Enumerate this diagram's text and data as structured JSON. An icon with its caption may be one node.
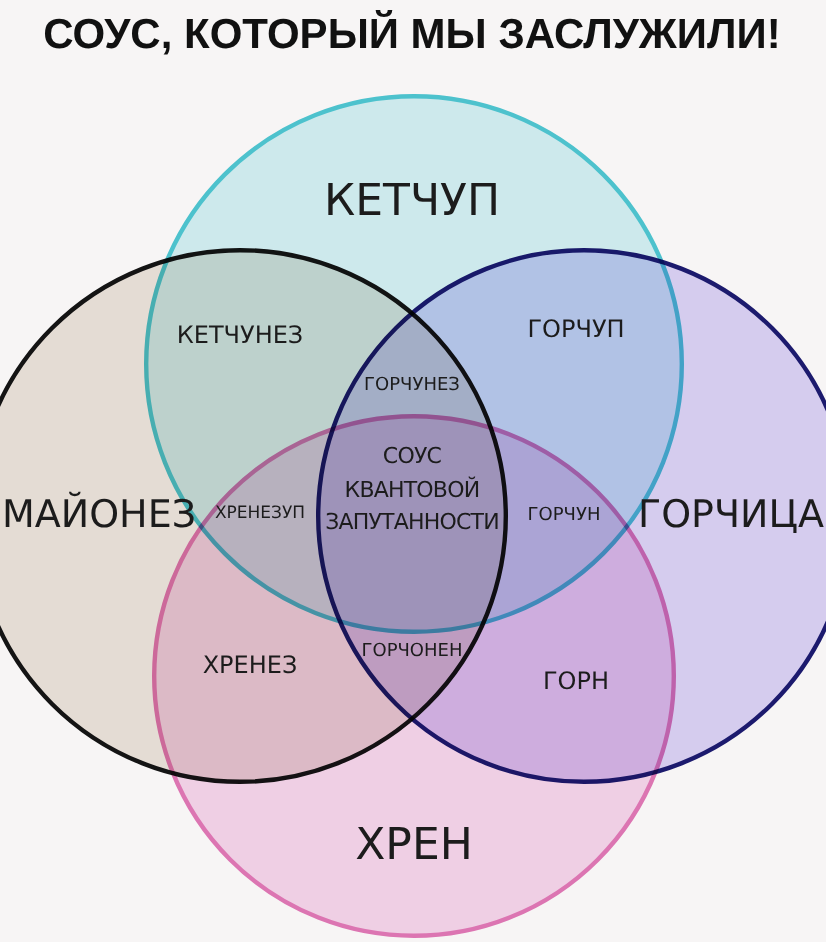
{
  "diagram": {
    "title": "СОУС, КОТОРЫЙ МЫ ЗАСЛУЖИЛИ!",
    "nodes": [
      {
        "text": [
          "КЕТЧУП"
        ]
      },
      {
        "text": [
          "МАЙОНЕЗ"
        ]
      },
      {
        "text": [
          "ГОРЧИЦА"
        ]
      },
      {
        "text": [
          "ХРЕН"
        ]
      }
    ],
    "edges": [],
    "labels": [
      "КЕТЧУНЕЗ",
      "ГОРЧУП",
      "ГОРЧУНЕЗ",
      "СОУС КВАНТОВОЙ ЗАПУТАННОСТИ",
      "ХРЕНЕЗУП",
      "ГОРЧУН",
      "ХРЕНЕЗ",
      "ГОРЧОНЕН",
      "ГОРН"
    ]
  }
}
